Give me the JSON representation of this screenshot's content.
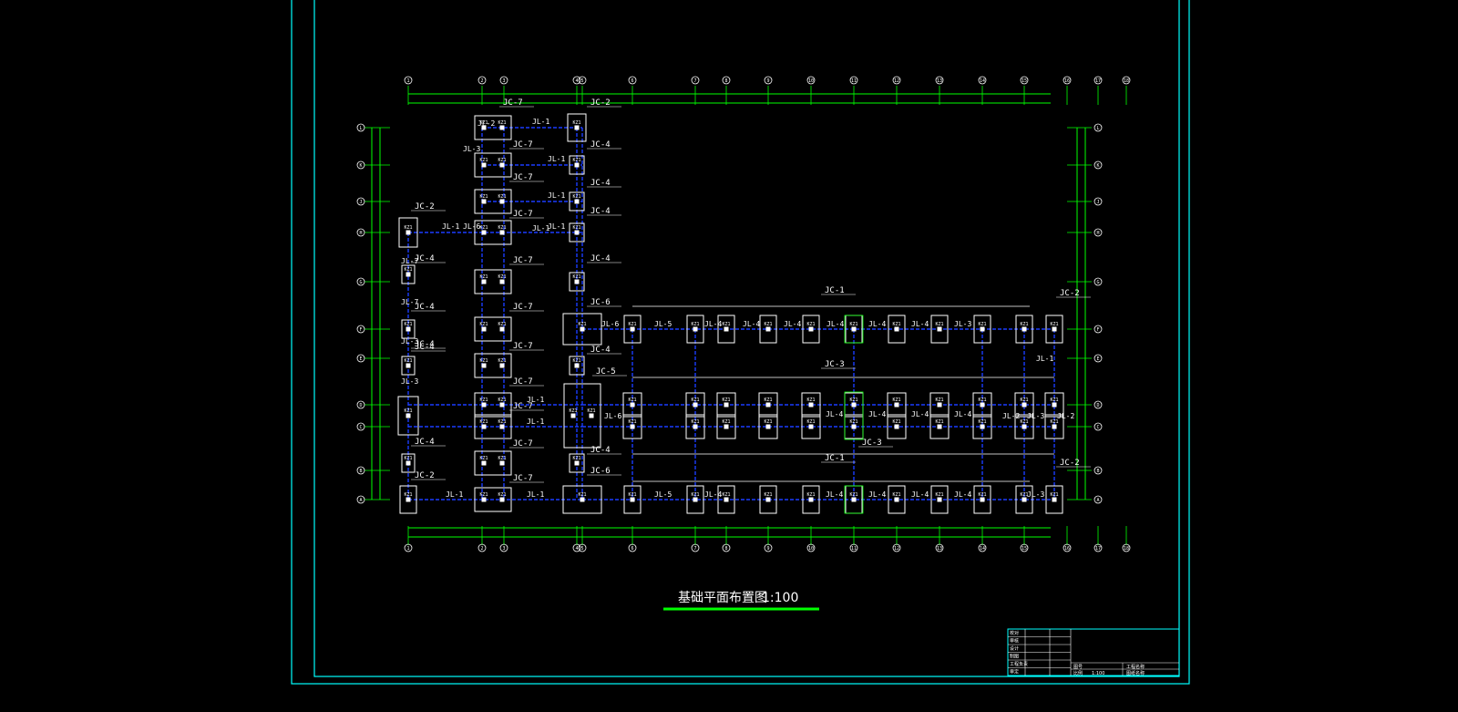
{
  "drawing": {
    "title": "基础平面布置图",
    "scale": "1:100",
    "colors": {
      "background": "#000000",
      "frame": "#00ffff",
      "dimension": "#00ff00",
      "beam": "#1a3cff",
      "footing": "#ffffff",
      "title_underline": "#00ff00"
    },
    "column_label": "KZ1",
    "axes": {
      "vertical": [
        "1",
        "2",
        "3",
        "4",
        "5",
        "6",
        "7",
        "8",
        "9",
        "10",
        "11",
        "12",
        "13",
        "14",
        "15",
        "16",
        "17",
        "18"
      ],
      "horizontal": [
        "A",
        "B",
        "C",
        "D",
        "E",
        "F",
        "G",
        "H",
        "J",
        "K",
        "L"
      ]
    },
    "footing_labels": [
      "JC-7",
      "JC-2",
      "JC-7",
      "JC-4",
      "JC-7",
      "JC-4",
      "JC-2",
      "JC-7",
      "JC-4",
      "JC-4",
      "JC-7",
      "JC-4",
      "JC-4",
      "JC-7",
      "JC-6",
      "JC-1",
      "JC-2",
      "JC-4",
      "JC-7",
      "JC-4",
      "JC-4",
      "JC-7",
      "JC-5",
      "JC-3",
      "JC-7",
      "JC-3",
      "JC-4",
      "JC-7",
      "JC-4",
      "JC-1",
      "JC-2",
      "JC-2",
      "JC-7",
      "JC-6"
    ],
    "beam_labels": [
      "JL-2",
      "JL-1",
      "JL-1",
      "JL-3",
      "JL-1",
      "JL-1",
      "JL-6",
      "JL-1",
      "JL-1",
      "JL-7",
      "JL-7",
      "JL-5",
      "JL-4",
      "JL-4",
      "JL-4",
      "JL-4",
      "JL-4",
      "JL-4",
      "JL-3",
      "JL-3",
      "JL-6",
      "JL-1",
      "JL-1",
      "JL-6",
      "JL-4",
      "JL-4",
      "JL-4",
      "JL-4",
      "JL-2",
      "JL-3",
      "JL-2",
      "JL-3",
      "JL-1",
      "JL-1",
      "JL-5",
      "JL-4",
      "JL-4",
      "JL-4",
      "JL-4",
      "JL-4",
      "JL-3",
      "JL-1"
    ],
    "title_block": {
      "left_labels": [
        "校对",
        "审核",
        "设计",
        "制图",
        "工程负责",
        "审定"
      ],
      "mid_labels": [
        "图号",
        "比例"
      ],
      "mid_values": [
        "",
        "1:100"
      ],
      "right_labels": [
        "工程名称",
        "图纸名称"
      ]
    }
  }
}
